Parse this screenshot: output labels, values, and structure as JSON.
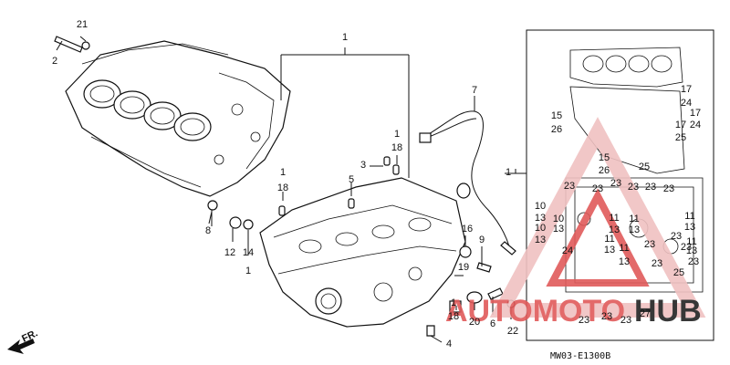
{
  "diagram_code": "MW03-E1300B",
  "watermark": {
    "brand_part1": "AUTOMOTO",
    "brand_part2": "HUB",
    "color_main": "#e05a5a",
    "color_light": "#f0c2c2",
    "color_dark": "#222222"
  },
  "front_indicator": "FR.",
  "left_callouts": [
    {
      "id": "c21",
      "text": "21"
    },
    {
      "id": "c2",
      "text": "2"
    },
    {
      "id": "c1",
      "text": "1"
    },
    {
      "id": "c8",
      "text": "8"
    },
    {
      "id": "c12",
      "text": "12"
    },
    {
      "id": "c14",
      "text": "14"
    },
    {
      "id": "c1b",
      "text": "1"
    },
    {
      "id": "c3",
      "text": "3"
    },
    {
      "id": "c1c",
      "text": "1"
    },
    {
      "id": "c18",
      "text": "18"
    },
    {
      "id": "c1d",
      "text": "1"
    },
    {
      "id": "c18b",
      "text": "18"
    },
    {
      "id": "c5",
      "text": "5"
    },
    {
      "id": "c7",
      "text": "7"
    },
    {
      "id": "c16",
      "text": "16"
    },
    {
      "id": "c9",
      "text": "9"
    },
    {
      "id": "c19",
      "text": "19"
    },
    {
      "id": "c1e",
      "text": "1"
    },
    {
      "id": "c18c",
      "text": "18"
    },
    {
      "id": "c20",
      "text": "20"
    },
    {
      "id": "c6",
      "text": "6"
    },
    {
      "id": "c22",
      "text": "22"
    },
    {
      "id": "c4",
      "text": "4"
    },
    {
      "id": "c1f",
      "text": "1"
    }
  ],
  "bolt_labels": [
    "17",
    "24",
    "17",
    "17",
    "24",
    "25",
    "25",
    "15",
    "26",
    "15",
    "26",
    "23",
    "23",
    "23",
    "23",
    "23",
    "23",
    "10",
    "13",
    "10",
    "13",
    "10",
    "13",
    "24",
    "11",
    "13",
    "11",
    "13",
    "11",
    "13",
    "11",
    "13",
    "11",
    "13",
    "23",
    "23",
    "23",
    "23",
    "25",
    "11",
    "13",
    "23",
    "27",
    "23",
    "23",
    "23"
  ]
}
